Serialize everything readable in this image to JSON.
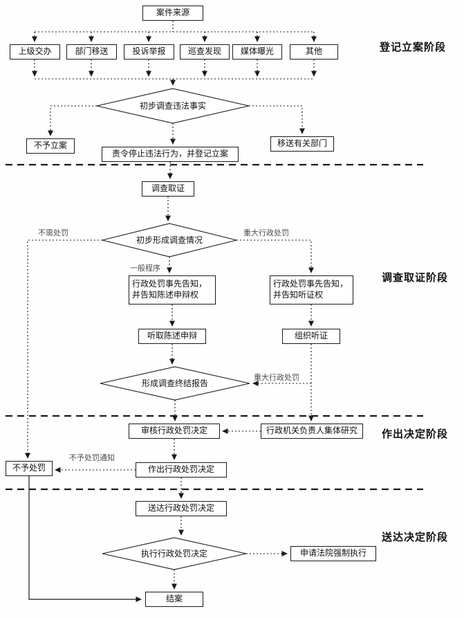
{
  "stages": {
    "register": "登记立案阶段",
    "investigate": "调查取证阶段",
    "decide": "作出决定阶段",
    "deliver": "送达决定阶段"
  },
  "nodes": {
    "case_source": "案件来源",
    "src_superior": "上级交办",
    "src_dept": "部门移送",
    "src_complaint": "投诉举报",
    "src_patrol": "巡查发现",
    "src_media": "媒体曝光",
    "src_other": "其他",
    "d_preliminary": "初步调查违法事实",
    "no_filing": "不予立案",
    "order_stop": "责令停止违法行为，并登记立案",
    "transfer": "移送有关部门",
    "evidence": "调查取证",
    "d_status": "初步形成调查情况",
    "notice_defense": "行政处罚事先告知，并告知陈述申辩权",
    "notice_hearing": "行政处罚事先告知，并告知听证权",
    "listen_defense": "听取陈述申辩",
    "organize_hearing": "组织听证",
    "d_report": "形成调查终结报告",
    "review": "审核行政处罚决定",
    "collective": "行政机关负责人集体研究",
    "no_penalty": "不予处罚",
    "make_decision": "作出行政处罚决定",
    "deliver_decision": "送达行政处罚决定",
    "d_execute": "执行行政处罚决定",
    "court": "申请法院强制执行",
    "close": "结案"
  },
  "edge_labels": {
    "no_penalty_needed": "不需处罚",
    "major_penalty_1": "重大行政处罚",
    "general_procedure": "一般程序",
    "major_penalty_2": "重大行政处罚",
    "no_penalty_notice": "不予处罚通知"
  }
}
